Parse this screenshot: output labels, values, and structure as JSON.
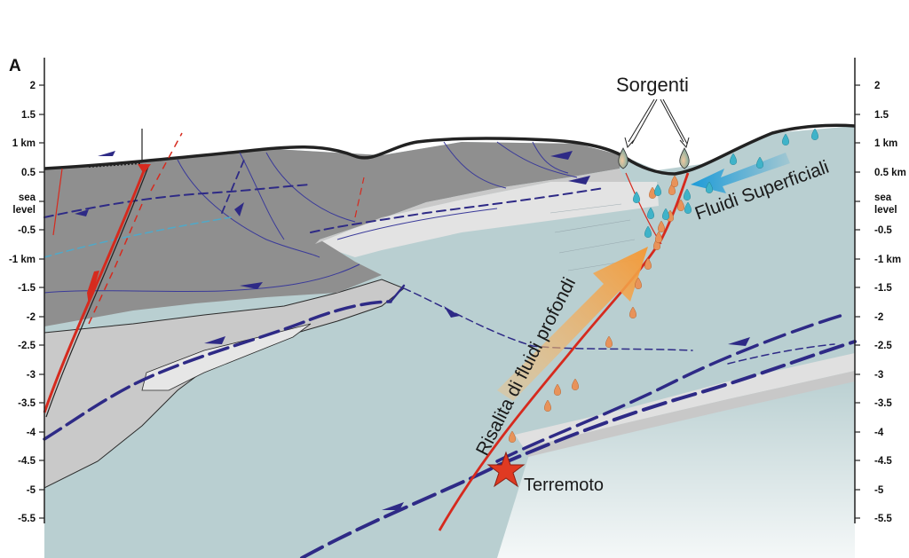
{
  "panel_label": "A",
  "left_axis": {
    "ticks": [
      "2",
      "1.5",
      "1 km",
      "0.5",
      "sea",
      "level",
      "-0.5",
      "-1 km",
      "-1.5",
      "-2",
      "-2.5",
      "-3",
      "-3.5",
      "-4",
      "-4.5",
      "-5",
      "-5.5"
    ]
  },
  "right_axis": {
    "ticks": [
      "2",
      "1.5",
      "1 km",
      "0.5 km",
      "sea",
      "level",
      "-0.5",
      "-1 km",
      "-1.5",
      "-2",
      "-2.5",
      "-3",
      "-3.5",
      "-4",
      "-4.5",
      "-5",
      "-5.5"
    ]
  },
  "labels": {
    "springs": "Sorgenti",
    "surface_fluids": "Fluidi Superficiali",
    "deep_fluids": "Risalita di fluidi profondi",
    "earthquake": "Terremoto"
  },
  "colors": {
    "basin_fill": "#b9cfd1",
    "dark_unit": "#8f8f8f",
    "light_unit": "#c9c9c9",
    "pale_unit": "#e3e3e3",
    "thrust_blue": "#2e2a86",
    "fault_red": "#d62a1e",
    "deep_arrow": "#f2a24a",
    "surface_arrow": "#1d9bd8",
    "drop_orange": "#e8935a",
    "drop_cyan": "#3fb3c9"
  },
  "icons": {
    "earthquake_marker": "star-icon",
    "springs": "water-drop-icon"
  }
}
